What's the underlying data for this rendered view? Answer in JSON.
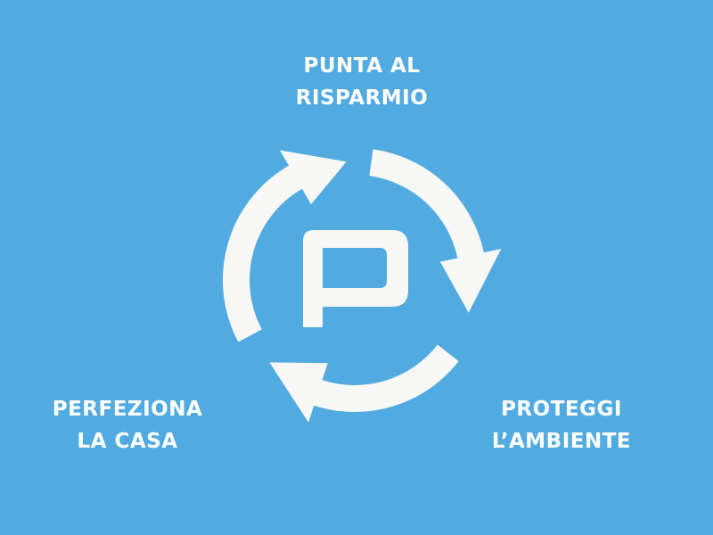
{
  "labels": {
    "top": [
      "PUNTA AL",
      "RISPARMIO"
    ],
    "left": [
      "PERFEZIONA",
      "LA CASA"
    ],
    "right": [
      "PROTEGGI",
      "L’AMBIENTE"
    ]
  },
  "logo_letter": "P",
  "colors": {
    "background": "#52abe0",
    "foreground": "#f8f8f6"
  }
}
